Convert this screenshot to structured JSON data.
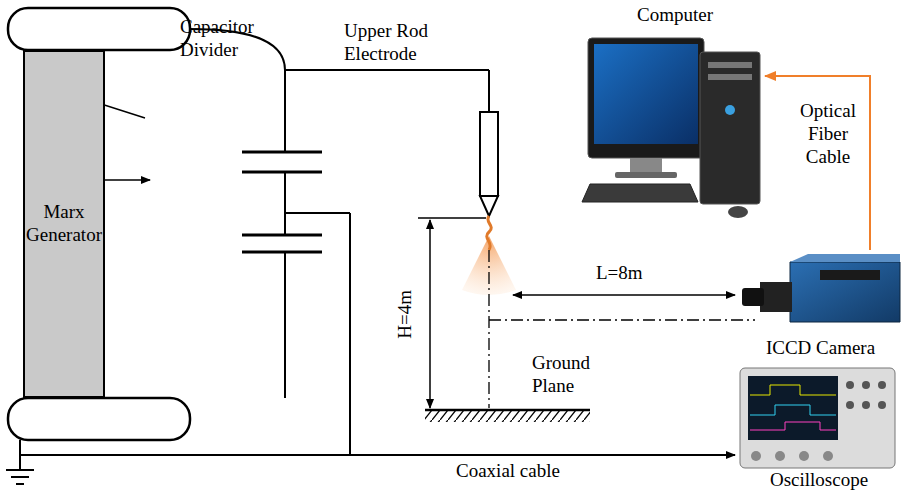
{
  "diagram": {
    "nodes": [
      {
        "text": [
          "Marx Generator"
        ]
      },
      {
        "text": [
          "Computer"
        ]
      },
      {
        "text": [
          "ICCD Camera"
        ]
      },
      {
        "text": [
          "Oscilloscope"
        ]
      }
    ],
    "edges": [
      {
        "from": 2,
        "to": 1,
        "arrow": "to",
        "label": "Optical Fiber Cable"
      }
    ],
    "labels": [
      "Capacitor Divider",
      "Upper Rod Electrode",
      "H=4m",
      "L=8m",
      "Ground Plane",
      "Coaxial cable"
    ]
  }
}
